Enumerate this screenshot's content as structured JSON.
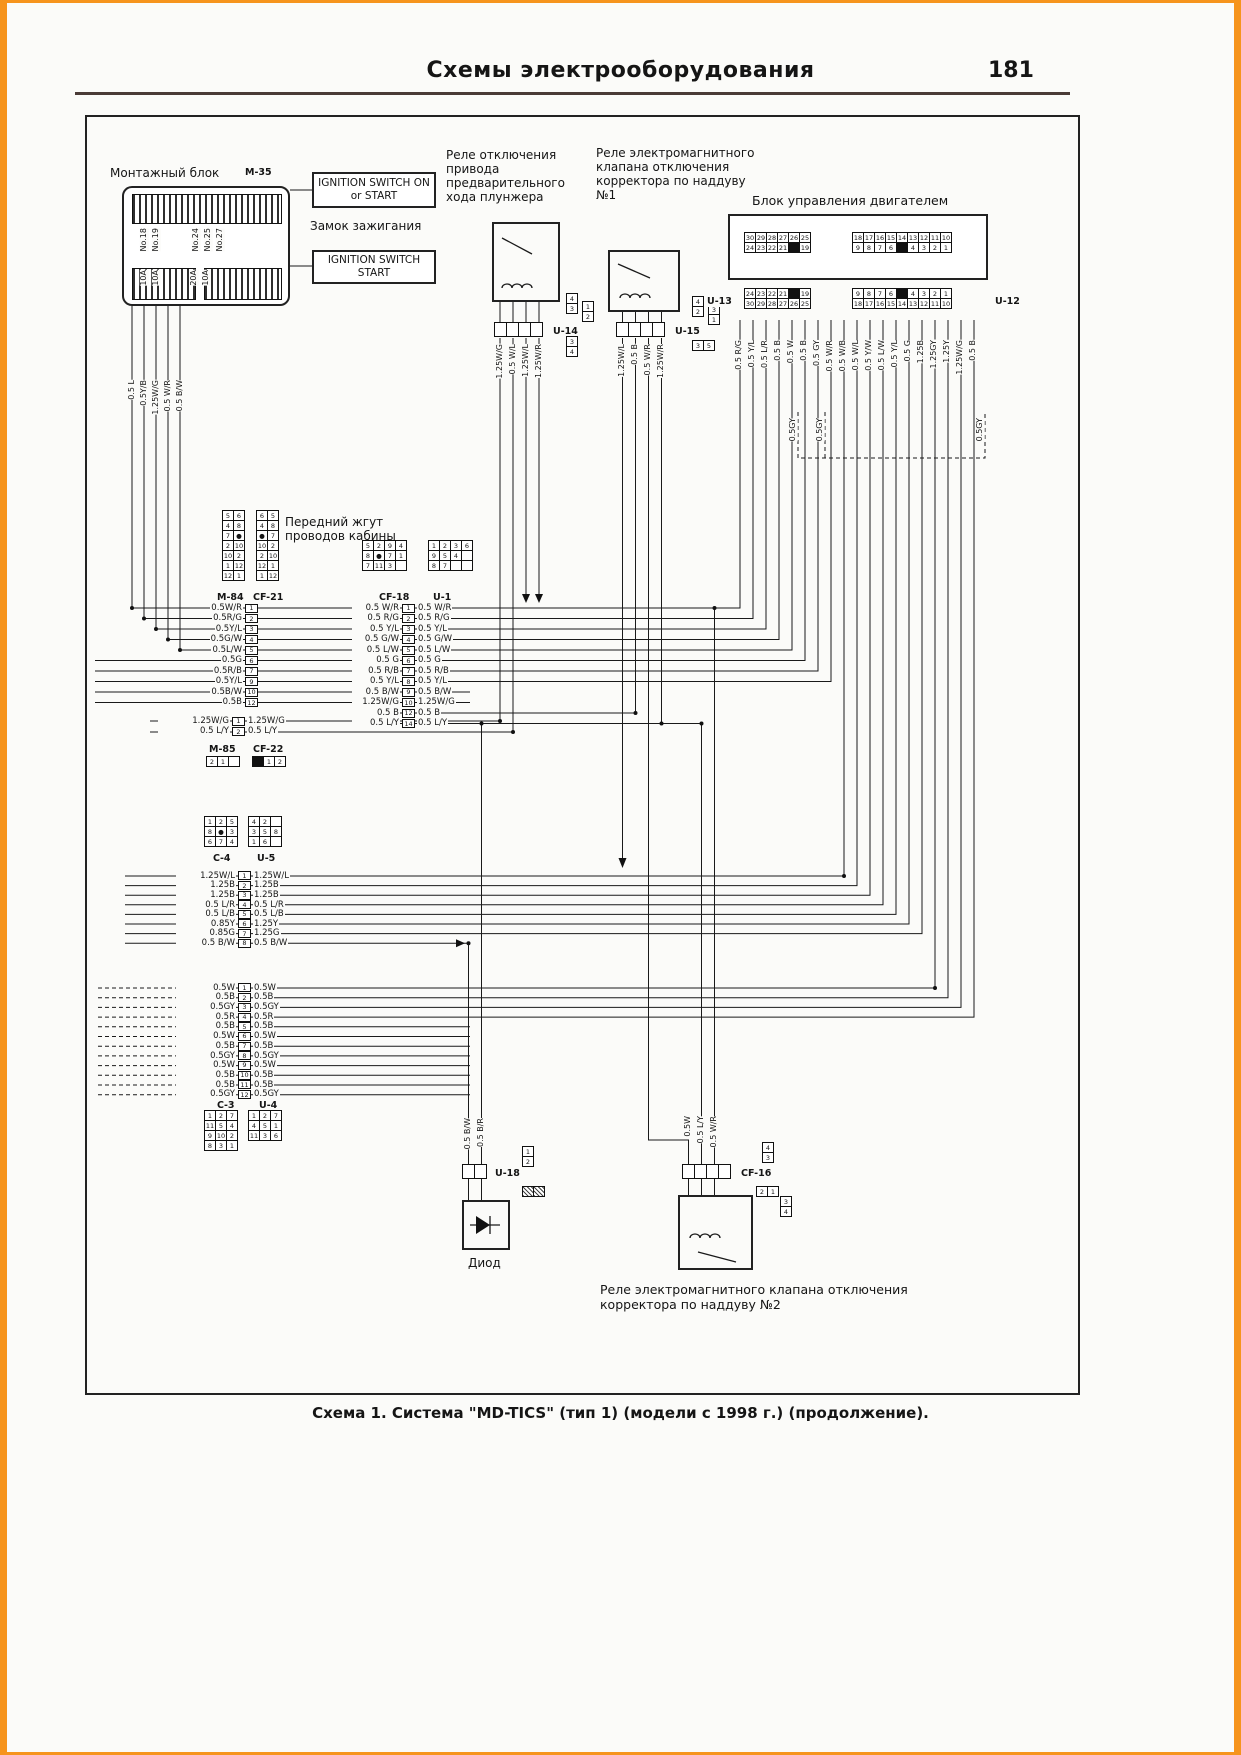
{
  "page": {
    "header_title": "Схемы электрооборудования",
    "page_number": "181",
    "caption": "Схема 1. Система \"MD-TICS\" (тип 1) (модели с 1998 г.) (продолжение)."
  },
  "mounting_block": {
    "label": "Монтажный блок",
    "code": "М-35",
    "pin_labels": [
      "No.18",
      "No.19",
      "No.24",
      "No.25",
      "No.27"
    ],
    "fuse_labels": [
      "10A",
      "10A",
      "20A",
      "10A"
    ],
    "wire_labels": [
      "0.5 L",
      "0.5Y/B",
      "1.25W/G",
      "0.5 W/R",
      "0.5 B/W"
    ]
  },
  "ignition": {
    "box_top": "IGNITION SWITCH ON or START",
    "label": "Замок зажигания",
    "box_bottom": "IGNITION SWITCH START"
  },
  "relay_plunger": {
    "label": "Реле отключения привода предварительного хода плунжера",
    "connector": "U-14",
    "wire_labels": [
      "1.25W/G",
      "0.5 W/L",
      "1.25W/L",
      "1.25W/R"
    ],
    "pin_grid_a": [
      [
        "4"
      ],
      [
        "3"
      ]
    ],
    "pin_grid_b": [
      [
        "1"
      ],
      [
        "2"
      ]
    ],
    "pin_grid_c": [
      [
        "3"
      ],
      [
        "4"
      ]
    ]
  },
  "relay_boost1": {
    "label": "Реле электромагнитного клапана отключения корректора по наддуву №1",
    "connector": "U-15",
    "wire_labels": [
      "1.25W/L",
      "0.5 B",
      "0.5 W/R",
      "1.25W/R"
    ],
    "pin_grid_a": [
      [
        "4"
      ],
      [
        "2"
      ]
    ],
    "pin_grid_b": [
      [
        "3"
      ],
      [
        "1"
      ]
    ],
    "pin_grid_c": [
      [
        "3",
        "5"
      ]
    ]
  },
  "ecu": {
    "label": "Блок управления двигателем",
    "connector_left": "U-13",
    "connector_right": "U-12",
    "grid_top_left": [
      [
        "30",
        "29",
        "28",
        "27",
        "26",
        "25"
      ],
      [
        "24",
        "23",
        "22",
        "21",
        "■",
        "19"
      ]
    ],
    "grid_top_right": [
      [
        "18",
        "17",
        "16",
        "15",
        "14",
        "13",
        "12",
        "11",
        "10"
      ],
      [
        "9",
        "8",
        "7",
        "6",
        "■",
        "4",
        "3",
        "2",
        "1"
      ]
    ],
    "grid_bot_left": [
      [
        "24",
        "23",
        "22",
        "21",
        "■",
        "19"
      ],
      [
        "30",
        "29",
        "28",
        "27",
        "26",
        "25"
      ]
    ],
    "grid_bot_right": [
      [
        "9",
        "8",
        "7",
        "6",
        "■",
        "4",
        "3",
        "2",
        "1"
      ],
      [
        "18",
        "17",
        "16",
        "15",
        "14",
        "13",
        "12",
        "11",
        "10"
      ]
    ],
    "wire_labels": [
      "0.5 R/G",
      "0.5 Y/L",
      "0.5 L/R",
      "0.5 B",
      "0.5 W",
      "0.5 B",
      "0.5 GY",
      "0.5 W/R",
      "0.5 W/B",
      "0.5 W/L",
      "0.5 Y/W",
      "0.5 L/W",
      "0.5 Y/L",
      "0.5 G",
      "1.25B",
      "1.25GY",
      "1.25Y",
      "1.25W/G",
      "0.5 B"
    ],
    "dashed_labels": [
      "0.5GY",
      "0.5GY",
      "0.5GY"
    ]
  },
  "front_harness": {
    "label": "Передний жгут проводов кабины",
    "m84": {
      "code": "М-84",
      "grid": [
        [
          "5",
          "6"
        ],
        [
          "4",
          "8"
        ],
        [
          "7",
          "●"
        ],
        [
          "2",
          "10"
        ],
        [
          "10",
          "2"
        ],
        [
          "1",
          "12"
        ],
        [
          "12",
          "1"
        ]
      ]
    },
    "cf21": {
      "code": "CF-21",
      "grid": [
        [
          "6",
          "5"
        ],
        [
          "4",
          "8"
        ],
        [
          "●",
          "7"
        ],
        [
          "10",
          "2"
        ],
        [
          "2",
          "10"
        ],
        [
          "12",
          "1"
        ],
        [
          "1",
          "12"
        ]
      ]
    },
    "cf18": {
      "code": "CF-18",
      "grid": [
        [
          "5",
          "2",
          "9",
          "4"
        ],
        [
          "8",
          "●",
          "7",
          "1"
        ],
        [
          "7",
          "11",
          "3",
          ""
        ]
      ]
    },
    "u1": {
      "code": "U-1",
      "grid": [
        [
          "1",
          "2",
          "3",
          "6"
        ],
        [
          "9",
          "5",
          "4",
          ""
        ],
        [
          "8",
          "7",
          "",
          ""
        ]
      ]
    }
  },
  "harness_rows_left": [
    {
      "label": "0.5W/R",
      "pin": "1"
    },
    {
      "label": "0.5R/G",
      "pin": "2"
    },
    {
      "label": "0.5Y/L",
      "pin": "3"
    },
    {
      "label": "0.5G/W",
      "pin": "4"
    },
    {
      "label": "0.5L/W",
      "pin": "5"
    },
    {
      "label": "0.5G",
      "pin": "6"
    },
    {
      "label": "0.5R/B",
      "pin": "7"
    },
    {
      "label": "0.5Y/L",
      "pin": "9"
    },
    {
      "label": "0.5B/W",
      "pin": "10"
    },
    {
      "label": "0.5B",
      "pin": "12"
    }
  ],
  "harness_rows_right": [
    {
      "label": "0.5 W/R",
      "pin": "1",
      "right": "0.5 W/R"
    },
    {
      "label": "0.5 R/G",
      "pin": "2",
      "right": "0.5 R/G"
    },
    {
      "label": "0.5 Y/L",
      "pin": "3",
      "right": "0.5 Y/L"
    },
    {
      "label": "0.5 G/W",
      "pin": "4",
      "right": "0.5 G/W"
    },
    {
      "label": "0.5 L/W",
      "pin": "5",
      "right": "0.5 L/W"
    },
    {
      "label": "0.5 G",
      "pin": "6",
      "right": "0.5 G"
    },
    {
      "label": "0.5 R/B",
      "pin": "7",
      "right": "0.5 R/B"
    },
    {
      "label": "0.5 Y/L",
      "pin": "8",
      "right": "0.5 Y/L"
    },
    {
      "label": "0.5 B/W",
      "pin": "9",
      "right": "0.5 B/W"
    },
    {
      "label": "1.25W/G",
      "pin": "10",
      "right": "1.25W/G"
    },
    {
      "label": "0.5 B",
      "pin": "12",
      "right": "0.5 B"
    },
    {
      "label": "0.5 L/Y",
      "pin": "14",
      "right": "0.5 L/Y"
    }
  ],
  "m85_rows": [
    {
      "label": "1.25W/G",
      "pin": "1",
      "right": "1.25W/G"
    },
    {
      "label": "0.5 L/Y",
      "pin": "2",
      "right": "0.5 L/Y"
    }
  ],
  "m85": {
    "code": "М-85",
    "grid": [
      [
        "2",
        "1",
        ""
      ]
    ]
  },
  "cf22": {
    "code": "CF-22",
    "grid": [
      [
        "■",
        "1",
        "2"
      ]
    ]
  },
  "c4u5": {
    "c4_code": "С-4",
    "u5_code": "U-5",
    "c4_grid": [
      [
        "1",
        "2",
        "5"
      ],
      [
        "8",
        "●",
        "3"
      ],
      [
        "6",
        "7",
        "4"
      ]
    ],
    "u5_grid": [
      [
        "4",
        "2",
        ""
      ],
      [
        "3",
        "5",
        "8"
      ],
      [
        "1",
        "6",
        ""
      ]
    ],
    "rows": [
      {
        "label": "1.25W/L",
        "pin": "1",
        "right": "1.25W/L"
      },
      {
        "label": "1.25B",
        "pin": "2",
        "right": "1.25B"
      },
      {
        "label": "1.25B",
        "pin": "3",
        "right": "1.25B"
      },
      {
        "label": "0.5 L/R",
        "pin": "4",
        "right": "0.5 L/R"
      },
      {
        "label": "0.5 L/B",
        "pin": "5",
        "right": "0.5 L/B"
      },
      {
        "label": "0.85Y",
        "pin": "6",
        "right": "1.25Y"
      },
      {
        "label": "0.85G",
        "pin": "7",
        "right": "1.25G"
      },
      {
        "label": "0.5 B/W",
        "pin": "8",
        "right": "0.5 B/W"
      }
    ]
  },
  "c3u4": {
    "c3_code": "С-3",
    "u4_code": "U-4",
    "c3_grid": [
      [
        "1",
        "2",
        "7"
      ],
      [
        "11",
        "5",
        "4"
      ],
      [
        "9",
        "10",
        "2"
      ],
      [
        "8",
        "3",
        "1"
      ]
    ],
    "u4_grid": [
      [
        "1",
        "2",
        "7"
      ],
      [
        "4",
        "5",
        "1"
      ],
      [
        "11",
        "3",
        "6"
      ]
    ],
    "rows": [
      {
        "label": "0.5W",
        "pin": "1",
        "right": "0.5W"
      },
      {
        "label": "0.5B",
        "pin": "2",
        "right": "0.5B"
      },
      {
        "label": "0.5GY",
        "pin": "3",
        "right": "0.5GY"
      },
      {
        "label": "0.5R",
        "pin": "4",
        "right": "0.5R"
      },
      {
        "label": "0.5B",
        "pin": "5",
        "right": "0.5B"
      },
      {
        "label": "0.5W",
        "pin": "6",
        "right": "0.5W"
      },
      {
        "label": "0.5B",
        "pin": "7",
        "right": "0.5B"
      },
      {
        "label": "0.5GY",
        "pin": "8",
        "right": "0.5GY"
      },
      {
        "label": "0.5W",
        "pin": "9",
        "right": "0.5W"
      },
      {
        "label": "0.5B",
        "pin": "10",
        "right": "0.5B"
      },
      {
        "label": "0.5B",
        "pin": "11",
        "right": "0.5B"
      },
      {
        "label": "0.5GY",
        "pin": "12",
        "right": "0.5GY"
      }
    ]
  },
  "diode_assy": {
    "connector": "U-18",
    "wire_labels": [
      "0.5 B/W",
      "0.5 B/R"
    ],
    "label": "Диод",
    "pin_grid_a": [
      [
        "1"
      ],
      [
        "2"
      ]
    ],
    "pin_grid_b": [
      [
        "≡",
        "≡"
      ]
    ]
  },
  "relay_boost2": {
    "connector": "CF-16",
    "wire_labels": [
      "0.5W",
      "0.5 L/Y",
      "0.5 W/R"
    ],
    "label": "Реле электромагнитного клапана отключения корректора по наддуву №2",
    "pin_grid_a": [
      [
        "4"
      ],
      [
        "3"
      ]
    ],
    "pin_grid_b": [
      [
        "2",
        "1"
      ]
    ],
    "pin_grid_c": [
      [
        "3"
      ],
      [
        "4"
      ]
    ]
  }
}
